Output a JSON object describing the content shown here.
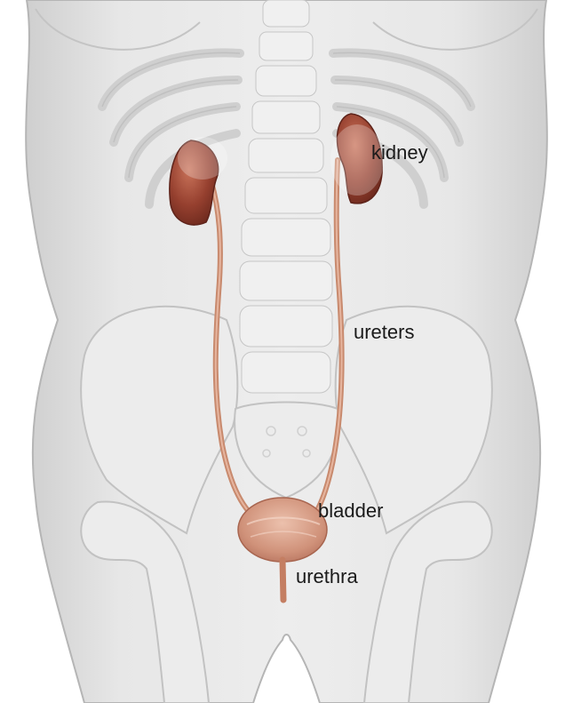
{
  "diagram": {
    "labels": {
      "kidney": "kidney",
      "ureters": "ureters",
      "bladder": "bladder",
      "urethra": "urethra"
    }
  },
  "colors": {
    "body_fill": "#e6e6e6",
    "body_outline": "#b5b5b5",
    "bone_fill": "#eeeeee",
    "bone_outline": "#c6c6c6",
    "organ_fill": "#9c4a3a",
    "organ_highlight": "#d79f88",
    "ureter_color": "#c88a6e",
    "bladder_fill": "#d4957c",
    "text_color": "#1a1a1a"
  }
}
